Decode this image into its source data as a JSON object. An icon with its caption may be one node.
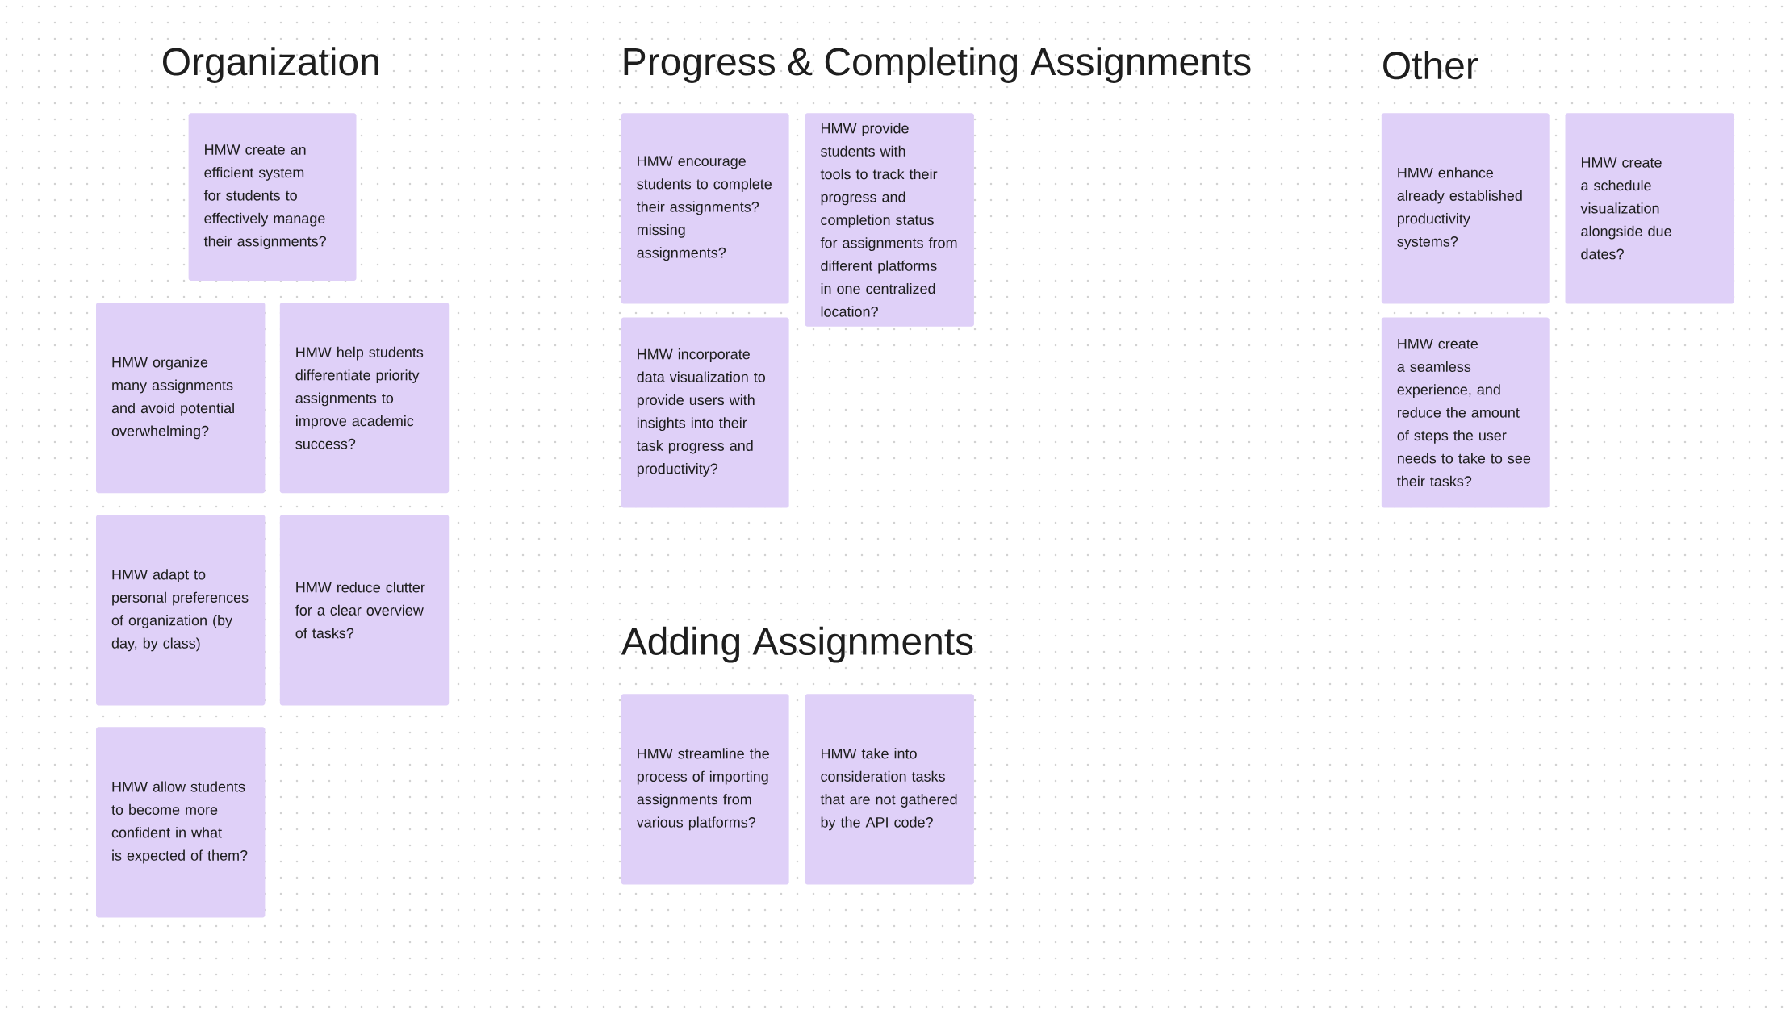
{
  "diagram": {
    "nodes": [
      {
        "text": [
          "HMW create an efficient system for students to effectively manage their assignments?"
        ]
      },
      {
        "text": [
          "HMW organize many assignments and avoid potential overwhelming?"
        ]
      },
      {
        "text": [
          "HMW help students differentiate priority assignments to improve academic success?"
        ]
      },
      {
        "text": [
          "HMW adapt to personal preferences of organization (by day, by class)"
        ]
      },
      {
        "text": [
          "HMW reduce clutter for a clear overview of tasks?"
        ]
      },
      {
        "text": [
          "HMW allow students to become more confident in what is expected of them?"
        ]
      },
      {
        "text": [
          "HMW encourage students to complete their assignments? missing assignments?"
        ]
      },
      {
        "text": [
          "HMW provide students with tools to track their progress and completion status for assignments from different platforms in one centralized location?"
        ]
      },
      {
        "text": [
          "HMW incorporate data visualization to provide users with insights into their task progress and productivity?"
        ]
      },
      {
        "text": [
          "HMW enhance already established productivity systems?"
        ]
      },
      {
        "text": [
          "HMW create a schedule visualization alongside due dates?"
        ]
      },
      {
        "text": [
          "HMW create a seamless experience, and reduce the amount of steps the user needs to take to see their tasks?"
        ]
      },
      {
        "text": [
          "HMW streamline the process of importing assignments from various platforms?"
        ]
      },
      {
        "text": [
          "HMW take into consideration tasks that are not gathered by the API code?"
        ]
      }
    ],
    "labels": [
      "Organization",
      "Progress & Completing Assignments",
      "Other",
      "Adding Assignments"
    ]
  }
}
